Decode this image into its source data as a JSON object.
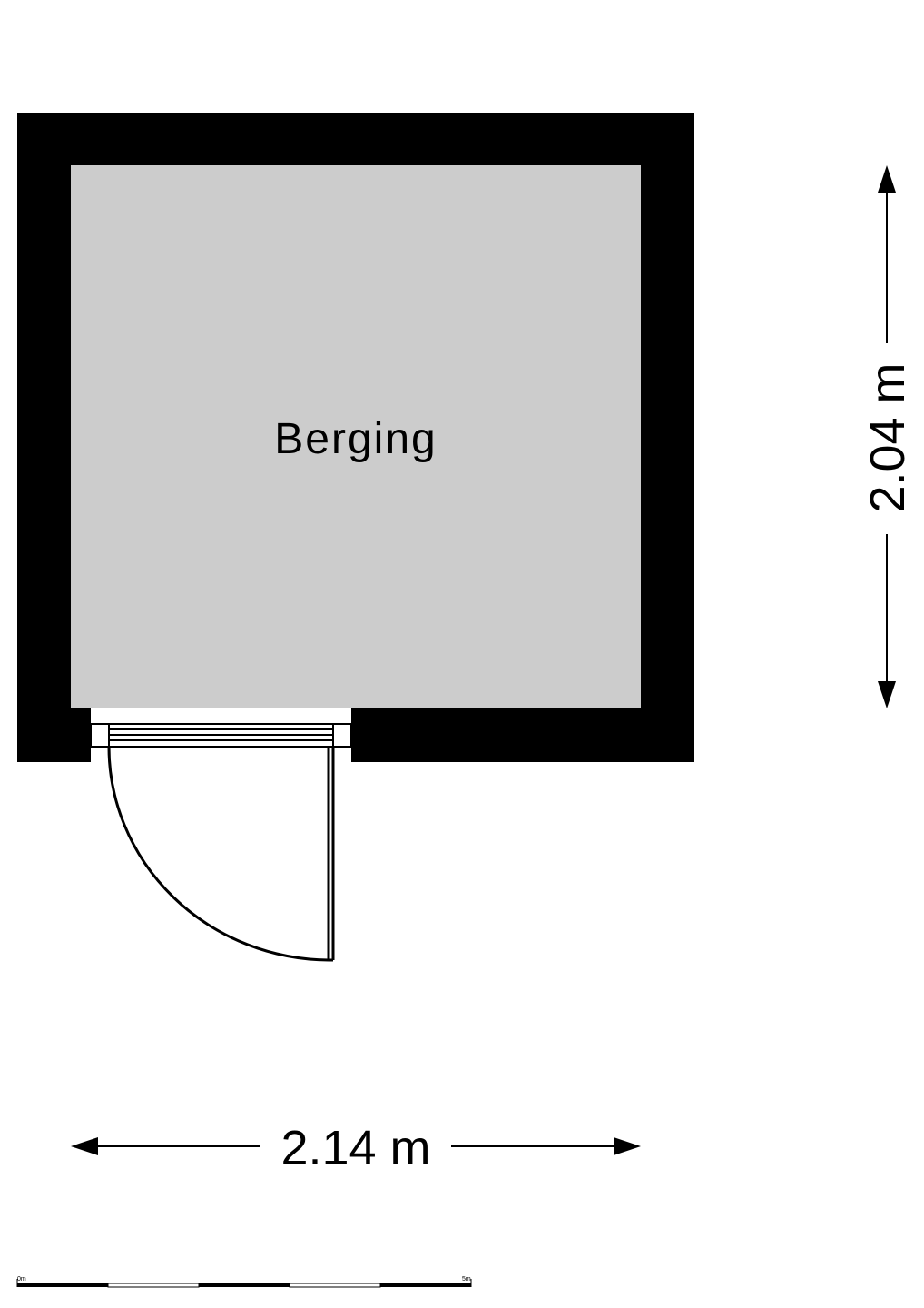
{
  "room": {
    "name": "Berging"
  },
  "dimensions": {
    "width_label": "2.14 m",
    "height_label": "2.04 m"
  },
  "scale_bar": {
    "start_label": "0m",
    "end_label": "5m"
  },
  "colors": {
    "wall": "#000000",
    "floor": "#cccccc",
    "background": "#ffffff",
    "line": "#000000"
  }
}
